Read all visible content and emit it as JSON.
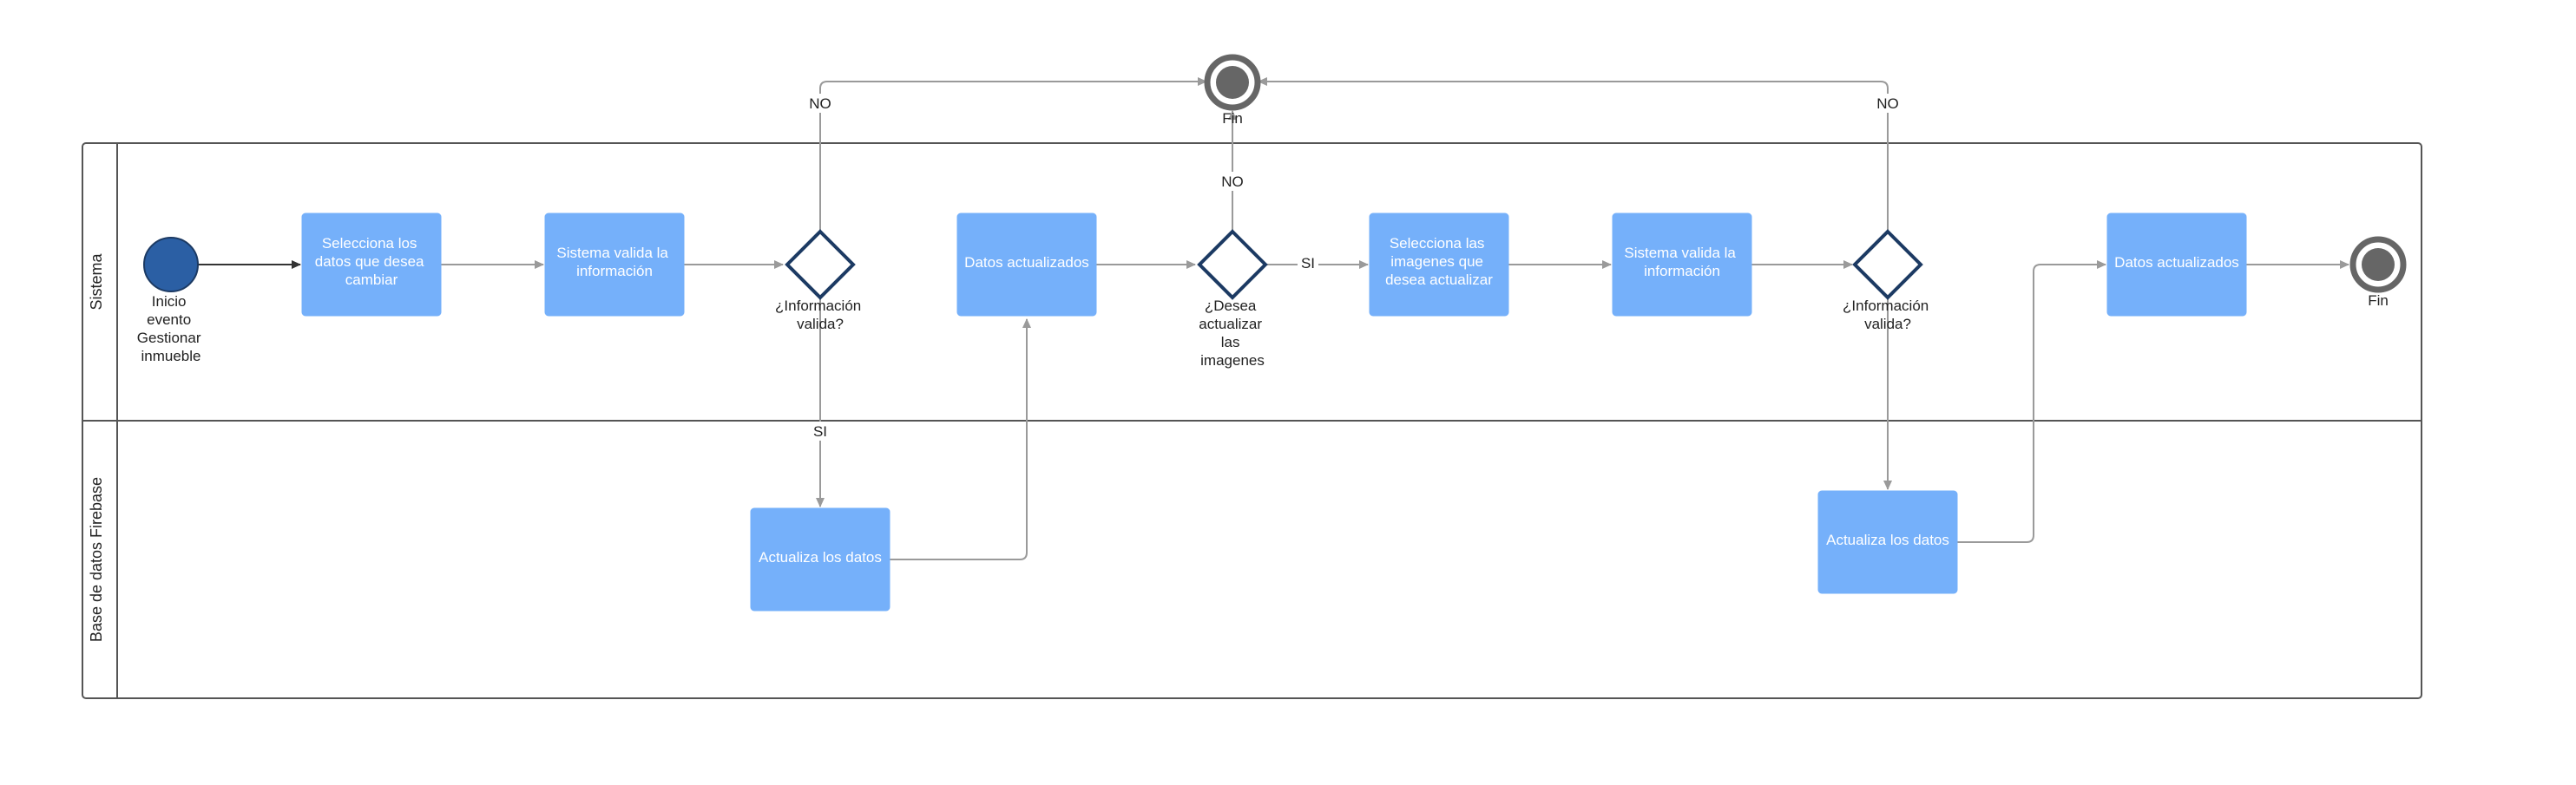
{
  "lanes": [
    {
      "id": "sistema",
      "label": "Sistema"
    },
    {
      "id": "firebase",
      "label": "Base de datos Firebase"
    }
  ],
  "start_event": {
    "label": [
      "Inicio",
      "evento",
      "Gestionar",
      "inmueble"
    ]
  },
  "end_events": [
    {
      "id": "end_top",
      "label": "Fin"
    },
    {
      "id": "end_right",
      "label": "Fin"
    }
  ],
  "tasks": [
    {
      "id": "t1",
      "lines": [
        "Selecciona los",
        "datos que desea",
        "cambiar"
      ]
    },
    {
      "id": "t2",
      "lines": [
        "Sistema valida la",
        "información"
      ]
    },
    {
      "id": "t3",
      "lines": [
        "Datos actualizados"
      ]
    },
    {
      "id": "t4",
      "lines": [
        "Selecciona las",
        "imagenes que",
        "desea actualizar"
      ]
    },
    {
      "id": "t5",
      "lines": [
        "Sistema valida la",
        "información"
      ]
    },
    {
      "id": "t6",
      "lines": [
        "Datos actualizados"
      ]
    },
    {
      "id": "t7",
      "lines": [
        "Actualiza los datos"
      ]
    },
    {
      "id": "t8",
      "lines": [
        "Actualiza los datos"
      ]
    }
  ],
  "gateways": [
    {
      "id": "g1",
      "lines": [
        "¿Información",
        "valida?"
      ]
    },
    {
      "id": "g2",
      "lines": [
        "¿Desea",
        "actualizar",
        "las",
        "imagenes"
      ]
    },
    {
      "id": "g3",
      "lines": [
        "¿Información",
        "valida?"
      ]
    }
  ],
  "flow_labels": {
    "g1_no": "NO",
    "g1_si": "SI",
    "g2_no": "NO",
    "g2_si": "SI",
    "g3_no": "NO"
  },
  "colors": {
    "task_fill": "#75b0fa",
    "start_fill": "#2b5fa4",
    "end_ring": "#666666",
    "gateway_stroke": "#1c3a63",
    "pool_border": "#555555",
    "flow_line": "#9a9a9a"
  }
}
